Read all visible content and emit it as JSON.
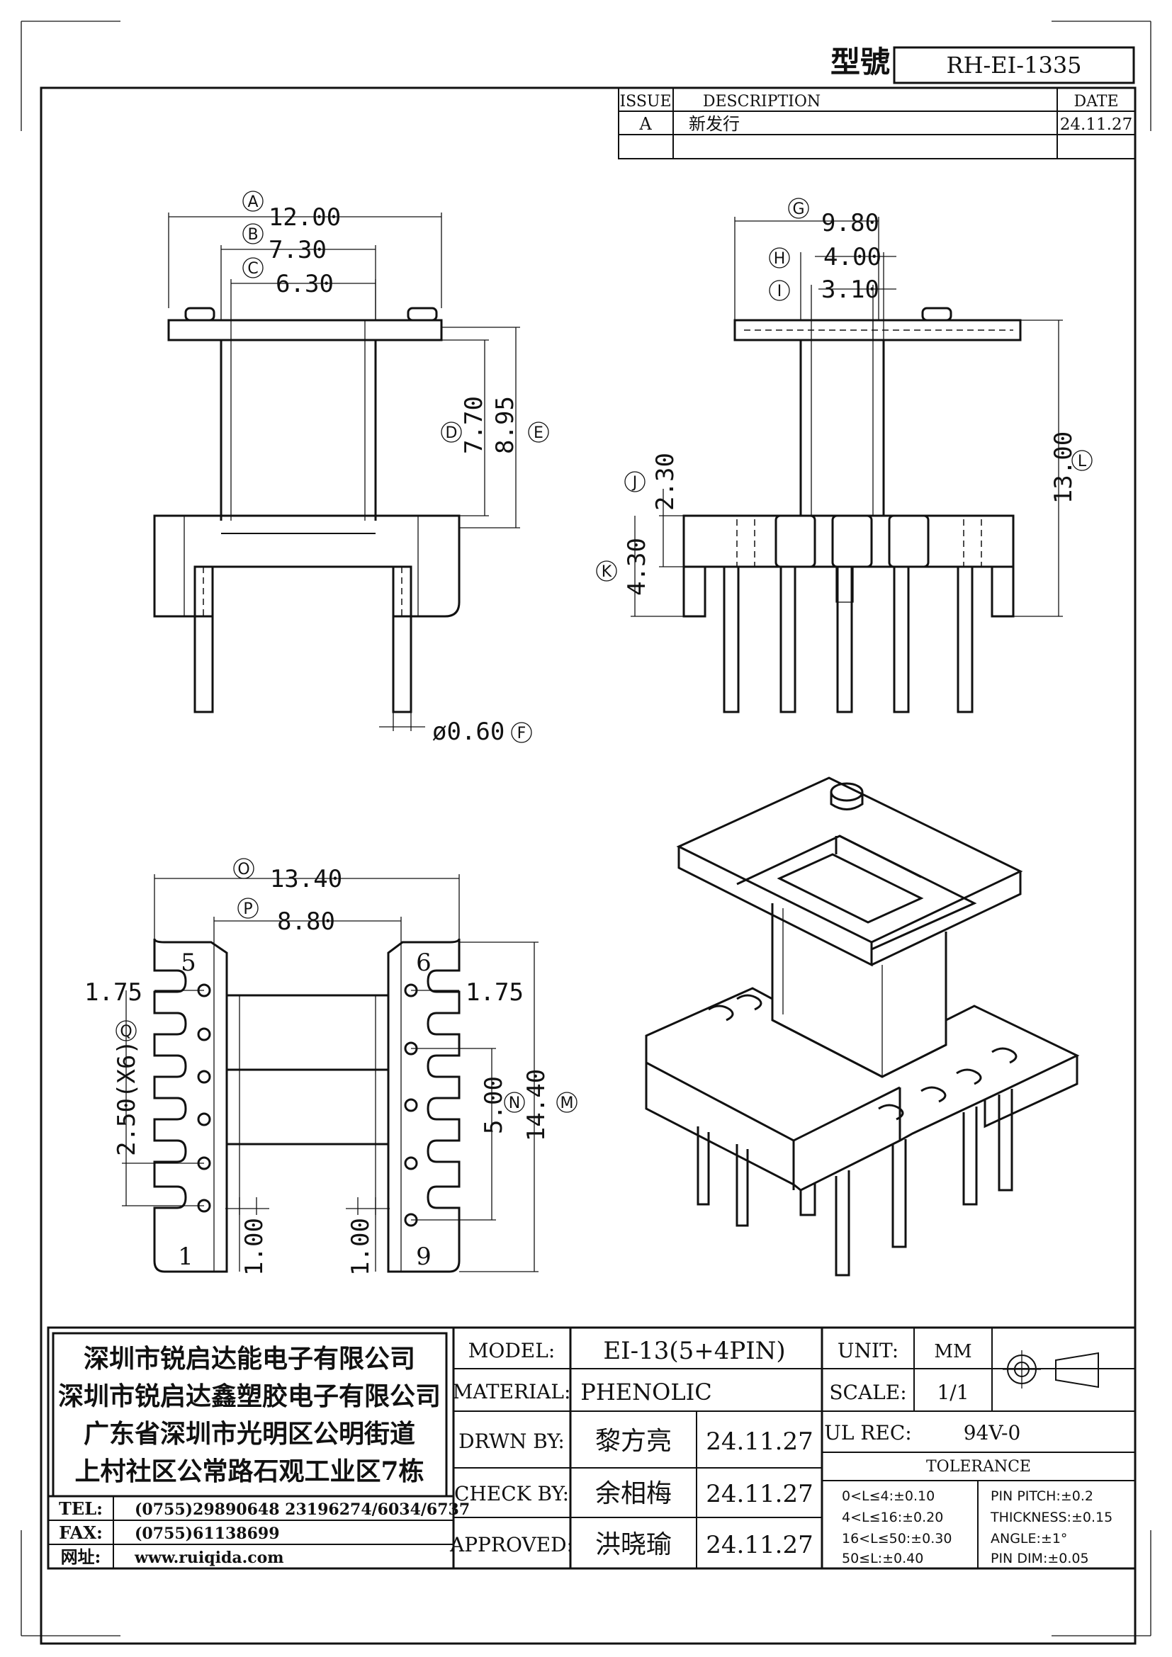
{
  "header": {
    "model_label": "型號",
    "model_no": "RH-EI-1335",
    "rev_cols": {
      "issue": "ISSUE",
      "description": "DESCRIPTION",
      "date": "DATE"
    },
    "rev_rows": [
      {
        "issue": "A",
        "description": "新发行",
        "date": "24.11.27"
      }
    ]
  },
  "dims": {
    "A": "12.00",
    "B": "7.30",
    "C": "6.30",
    "D": "7.70",
    "E": "8.95",
    "F": "ø0.60",
    "G": "9.80",
    "H": "4.00",
    "I": "3.10",
    "J": "2.30",
    "K": "4.30",
    "L": "13.00",
    "O": "13.40",
    "P": "8.80",
    "Q": "2.50(X6)",
    "N": "5.00",
    "M": "14.40",
    "side_left": "1.75",
    "side_right": "1.75",
    "pin_left": "1.00",
    "pin_right": "1.00"
  },
  "letters": {
    "A": "A",
    "B": "B",
    "C": "C",
    "D": "D",
    "E": "E",
    "F": "F",
    "G": "G",
    "H": "H",
    "I": "I",
    "J": "J",
    "K": "K",
    "L": "L",
    "O": "O",
    "P": "P",
    "Q": "Q",
    "N": "N",
    "M": "M"
  },
  "pins": {
    "p5": "5",
    "p6": "6",
    "p1": "1",
    "p9": "9"
  },
  "company": {
    "line1": "深圳市锐启达能电子有限公司",
    "line2": "深圳市锐启达鑫塑胶电子有限公司",
    "line3": "广东省深圳市光明区公明街道",
    "line4": "上村社区公常路石观工业区7栋"
  },
  "contact": {
    "tel_label": "TEL:",
    "tel": "(0755)29890648  23196274/6034/6737",
    "fax_label": "FAX:",
    "fax": "(0755)61138699",
    "web_label": "网址:",
    "web": "www.ruiqida.com"
  },
  "title_block": {
    "model_label": "MODEL:",
    "model": "EI-13(5+4PIN)",
    "material_label": "MATERIAL:",
    "material": "PHENOLIC",
    "drawn_label": "DRWN BY:",
    "drawn": "黎方亮",
    "drawn_date": "24.11.27",
    "check_label": "CHECK BY:",
    "check": "余相梅",
    "check_date": "24.11.27",
    "approved_label": "APPROVED:",
    "approved": "洪晓瑜",
    "approved_date": "24.11.27",
    "unit_label": "UNIT:",
    "unit": "MM",
    "scale_label": "SCALE:",
    "scale": "1/1",
    "ul_label": "UL REC:",
    "ul": "94V-0",
    "tolerance_label": "TOLERANCE",
    "tol": [
      "0<L≤4:±0.10",
      "4<L≤16:±0.20",
      "16<L≤50:±0.30",
      "50≤L:±0.40"
    ],
    "tol2": [
      "PIN PITCH:±0.2",
      "THICKNESS:±0.15",
      "ANGLE:±1°",
      "PIN DIM:±0.05"
    ]
  }
}
